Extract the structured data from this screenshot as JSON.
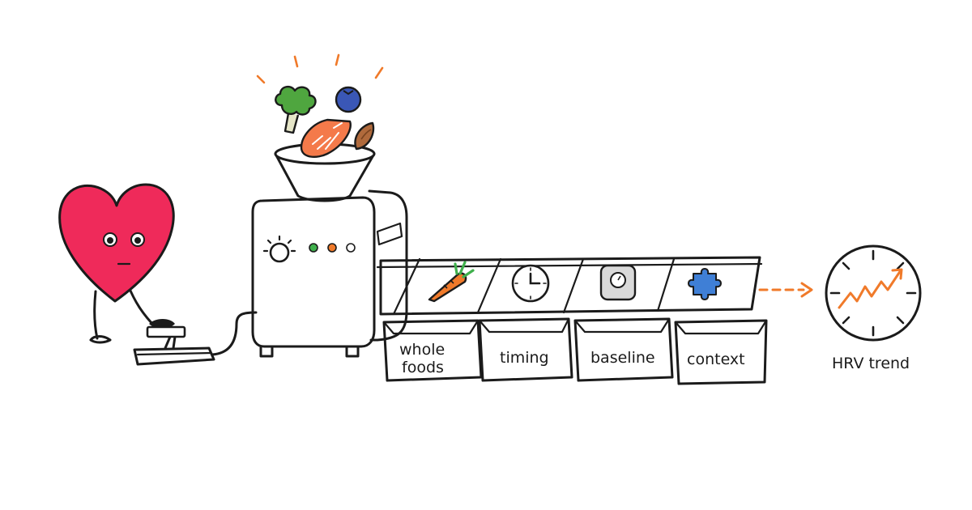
{
  "bins": [
    {
      "lines": [
        "whole",
        "foods"
      ],
      "icon": "carrot-icon"
    },
    {
      "lines": [
        "timing"
      ],
      "icon": "clock-icon"
    },
    {
      "lines": [
        "baseline"
      ],
      "icon": "scale-icon"
    },
    {
      "lines": [
        "context"
      ],
      "icon": "puzzle-icon"
    }
  ],
  "output": {
    "label": "HRV trend",
    "icon": "hrv-trend-gauge-icon"
  },
  "colors": {
    "ink": "#1b1b1b",
    "heart": "#ef2a5a",
    "accent_orange": "#f07a2a",
    "broccoli": "#4fa63f",
    "blueberry": "#3a57b6",
    "salmon": "#f47a4a",
    "almond": "#b06a3c",
    "puzzle": "#3f7fd6",
    "led_green": "#3fb04c",
    "led_orange": "#f07a2a"
  }
}
